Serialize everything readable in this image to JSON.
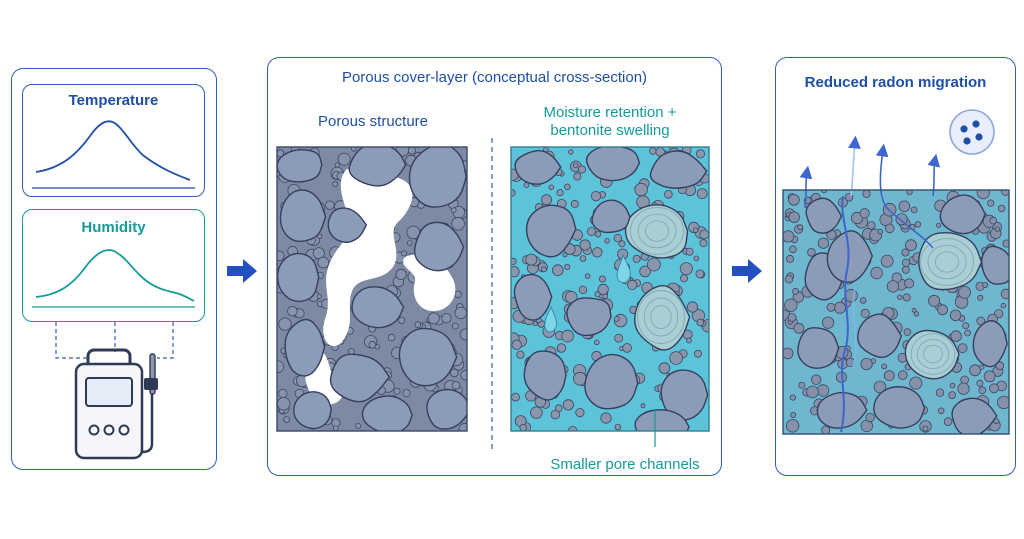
{
  "sensor_panel": {
    "temperature_label": "Temperature",
    "humidity_label": "Humidity"
  },
  "cross_section": {
    "title": "Porous cover-layer (conceptual cross-section)",
    "left_label": "Porous structure",
    "right_label_line1": "Moisture retention +",
    "right_label_line2": "bentonite swelling",
    "bottom_label": "Smaller pore channels"
  },
  "result_panel": {
    "title": "Reduced radon migration"
  },
  "colors": {
    "accent_blue": "#1f4ea8",
    "teal": "#169a9a",
    "stone": "#8a9bb8",
    "water": "#5cc3d9"
  },
  "icons": [
    "arrow-right-icon",
    "data-logger-icon",
    "radon-molecule-icon"
  ]
}
